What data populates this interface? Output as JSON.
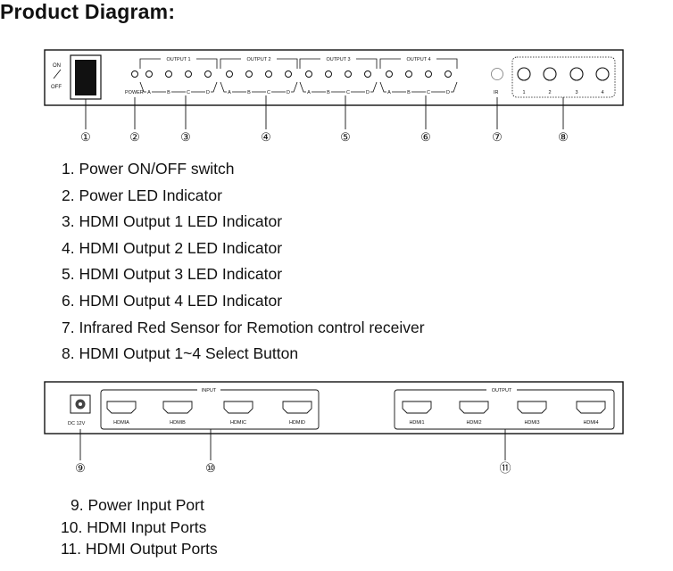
{
  "title": "Product Diagram:",
  "front_panel": {
    "switch_on": "ON",
    "switch_off": "OFF",
    "power_label": "POWER",
    "ir_label": "IR",
    "output_groups": [
      "OUTPUT 1",
      "OUTPUT 2",
      "OUTPUT 3",
      "OUTPUT 4"
    ],
    "led_letters": [
      "A",
      "B",
      "C",
      "D"
    ],
    "button_numbers": [
      "1",
      "2",
      "3",
      "4"
    ]
  },
  "rear_panel": {
    "dc_label": "DC 12V",
    "input_label": "INPUT",
    "output_label": "OUTPUT",
    "input_ports": [
      "HDMIA",
      "HDMIB",
      "HDMIC",
      "HDMID"
    ],
    "output_ports": [
      "HDMI1",
      "HDMI2",
      "HDMI3",
      "HDMI4"
    ]
  },
  "callouts": [
    "①",
    "②",
    "③",
    "④",
    "⑤",
    "⑥",
    "⑦",
    "⑧",
    "⑨",
    "⑩",
    "⑪"
  ],
  "front_list": [
    "1. Power ON/OFF switch",
    "2. Power LED Indicator",
    "3. HDMI Output 1 LED Indicator",
    "4. HDMI Output 2 LED Indicator",
    "5. HDMI Output 3 LED Indicator",
    "6. HDMI Output 4 LED Indicator",
    "7. Infrared Red Sensor for Remotion control receiver",
    "8. HDMI Output 1~4 Select Button"
  ],
  "rear_list": [
    "9. Power Input Port",
    "10. HDMI Input Ports",
    "11. HDMI Output Ports"
  ]
}
